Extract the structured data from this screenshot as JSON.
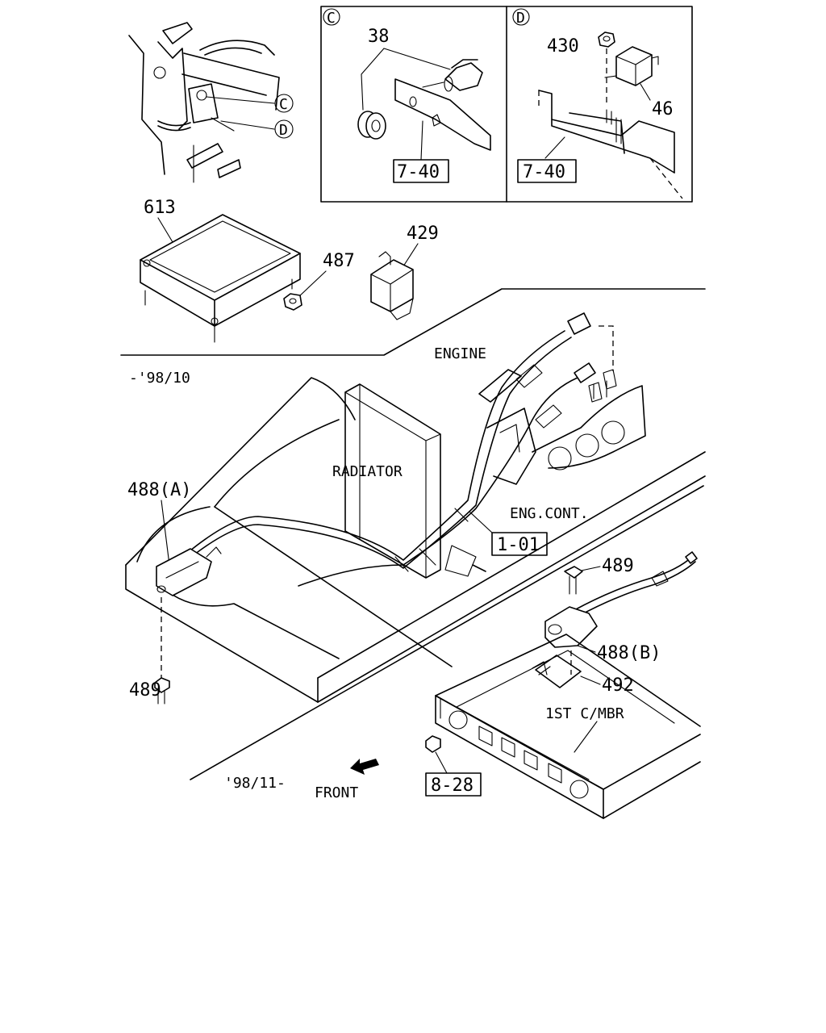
{
  "callouts": {
    "c_inset_letter": "C",
    "d_inset_letter": "D",
    "c_ref_left": "C",
    "d_ref_left": "D",
    "p38": "38",
    "p430": "430",
    "p46": "46",
    "ref_7_40_c": "7-40",
    "ref_7_40_d": "7-40",
    "p613": "613",
    "p487": "487",
    "p429": "429",
    "p488a": "488(A)",
    "p489_left": "489",
    "p489_right": "489",
    "p488b": "488(B)",
    "p492": "492",
    "ref_1_01": "1-01",
    "ref_8_28": "8-28"
  },
  "labels": {
    "engine": "ENGINE",
    "radiator": "RADIATOR",
    "eng_cont": "ENG.CONT.",
    "first_cmbr": "1ST C/MBR",
    "front": "FRONT",
    "date_upto": "-'98/10",
    "date_from": "'98/11-"
  }
}
